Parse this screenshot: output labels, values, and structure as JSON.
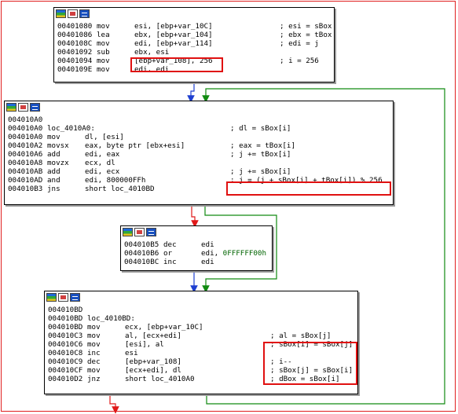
{
  "blocks": [
    {
      "lines": [
        [
          "00401080",
          "mov",
          "esi, [ebp+var_10C]",
          "; esi = sBox"
        ],
        [
          "00401086",
          "lea",
          "ebx, [ebp+var_104]",
          "; ebx = tBox"
        ],
        [
          "0040108C",
          "mov",
          "edi, [ebp+var_114]",
          "; edi = j"
        ],
        [
          "00401092",
          "sub",
          "ebx, esi",
          ""
        ],
        [
          "00401094",
          "mov",
          "[ebp+var_108], 256",
          "; i = 256"
        ],
        [
          "0040109E",
          "mov",
          "edi, edi",
          ""
        ]
      ]
    },
    {
      "lines": [
        [
          "004010A0",
          "",
          "",
          ""
        ],
        [
          "004010A0",
          "loc_4010A0:",
          "",
          "; dl = sBox[i]"
        ],
        [
          "004010A0",
          "mov",
          "dl, [esi]",
          ""
        ],
        [
          "004010A2",
          "movsx",
          "eax, byte ptr [ebx+esi]",
          "; eax = tBox[i]"
        ],
        [
          "004010A6",
          "add",
          "edi, eax",
          "; j += tBox[i]"
        ],
        [
          "004010A8",
          "movzx",
          "ecx, dl",
          ""
        ],
        [
          "004010AB",
          "add",
          "edi, ecx",
          "; j += sBox[i]"
        ],
        [
          "004010AD",
          "and",
          "edi, 800000FFh",
          "; j = (j + sBox[i] + tBox[i]) % 256"
        ],
        [
          "004010B3",
          "jns",
          "short loc_4010BD",
          ""
        ]
      ]
    },
    {
      "lines": [
        [
          "004010B5",
          "dec",
          "edi",
          ""
        ],
        [
          "004010B6",
          "or",
          "edi, 0FFFFFF00h",
          ""
        ],
        [
          "004010BC",
          "inc",
          "edi",
          ""
        ]
      ]
    },
    {
      "lines": [
        [
          "004010BD",
          "",
          "",
          ""
        ],
        [
          "004010BD",
          "loc_4010BD:",
          "",
          ""
        ],
        [
          "004010BD",
          "mov",
          "ecx, [ebp+var_10C]",
          ""
        ],
        [
          "004010C3",
          "mov",
          "al, [ecx+edi]",
          "; al = sBox[j]"
        ],
        [
          "004010C6",
          "mov",
          "[esi], al",
          "; sBox[i] = sBox[j]"
        ],
        [
          "004010C8",
          "inc",
          "esi",
          ""
        ],
        [
          "004010C9",
          "dec",
          "[ebp+var_108]",
          "; i--"
        ],
        [
          "004010CF",
          "mov",
          "[ecx+edi], dl",
          "; sBox[j] = sBox[i]"
        ],
        [
          "004010D2",
          "jnz",
          "short loc_4010A0",
          "; dBox = sBox[i]"
        ]
      ]
    }
  ],
  "colors": {
    "arrow_blue": "#1e3fd0",
    "arrow_green": "#108a10",
    "arrow_red": "#e01818",
    "highlight": "#e01010",
    "imm_green": "#006400"
  },
  "icons": [
    "graph-view-icon",
    "picture-icon",
    "text-view-icon"
  ]
}
